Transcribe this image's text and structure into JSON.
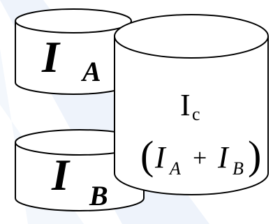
{
  "cylinder_a": {
    "symbol": "I",
    "subscript": "A"
  },
  "cylinder_b": {
    "symbol": "I",
    "subscript": "B"
  },
  "cylinder_c": {
    "label": "I",
    "label_subscript": "c",
    "formula": {
      "open_paren": "(",
      "term1": "I",
      "term1_sub": "A",
      "plus": "+",
      "term2": "I",
      "term2_sub": "B",
      "close_paren": ")"
    }
  },
  "colors": {
    "stroke": "#000000",
    "watermark": "#eef3fb",
    "fill": "#ffffff"
  }
}
